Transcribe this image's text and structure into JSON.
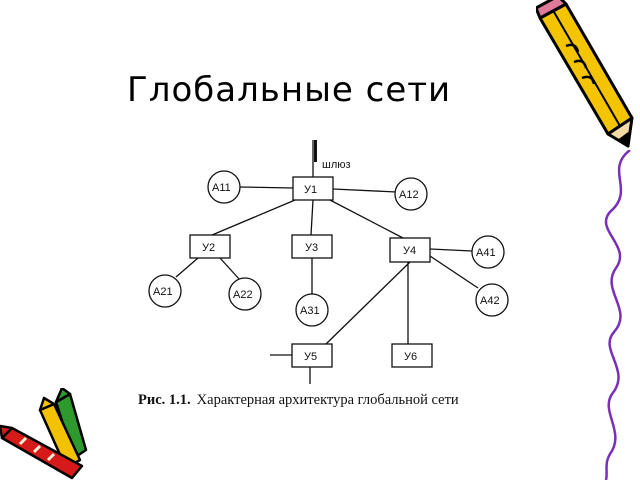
{
  "slide": {
    "title": "Глобальные сети",
    "caption_prefix": "Рис. 1.1.",
    "caption_text": "Характерная архитектура глобальной сети"
  },
  "diagram": {
    "gateway_label": "шлюз",
    "nodes": {
      "u1": "У1",
      "u2": "У2",
      "u3": "У3",
      "u4": "У4",
      "u5": "У5",
      "u6": "У6",
      "a11": "А11",
      "a12": "А12",
      "a21": "А21",
      "a22": "А22",
      "a31": "А31",
      "a41": "А41",
      "a42": "А42"
    }
  },
  "decorations": {
    "top_right": "pencil-clipart",
    "right_edge": "squiggle-line",
    "bottom_left": "crayons-clipart"
  },
  "colors": {
    "pencil_yellow": "#f5c400",
    "pencil_outline": "#000000",
    "squiggle": "#7a2fb8",
    "crayon_red": "#d61a1a",
    "crayon_yellow": "#f2c200",
    "crayon_green": "#2e9a2e"
  }
}
